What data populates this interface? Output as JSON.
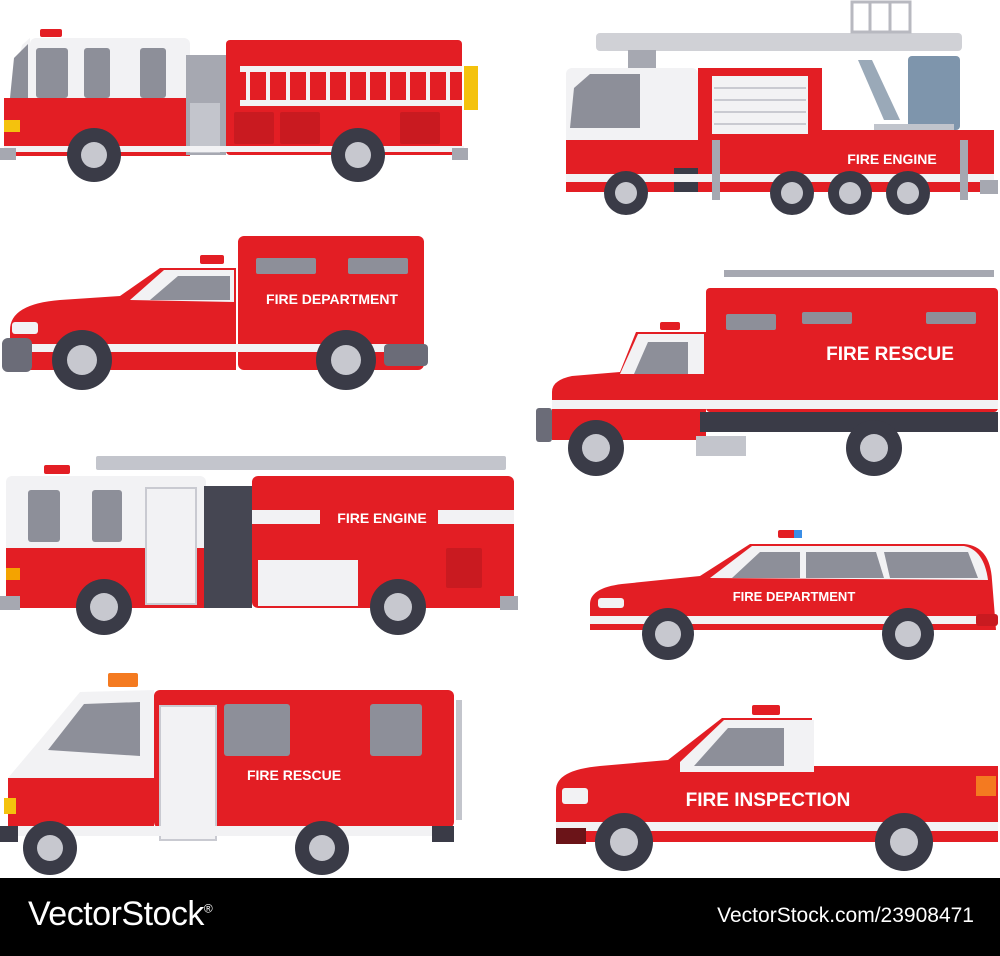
{
  "vehicles": [
    {
      "label": ""
    },
    {
      "label": "FIRE ENGINE"
    },
    {
      "label": "FIRE DEPARTMENT"
    },
    {
      "label": "FIRE RESCUE"
    },
    {
      "label": "FIRE ENGINE"
    },
    {
      "label": "FIRE DEPARTMENT"
    },
    {
      "label": "FIRE RESCUE"
    },
    {
      "label": "FIRE INSPECTION"
    }
  ],
  "footer": {
    "brand": "VectorStock",
    "brand_mark": "®",
    "image_id": "VectorStock.com/23908471"
  },
  "colors": {
    "red": "#e31e24",
    "dark_red": "#b71c1c",
    "white": "#f2f2f4",
    "glass": "#8d8f99",
    "tire": "#3a3b47",
    "hub": "#c7c8cf",
    "footer_bg": "#000000"
  }
}
